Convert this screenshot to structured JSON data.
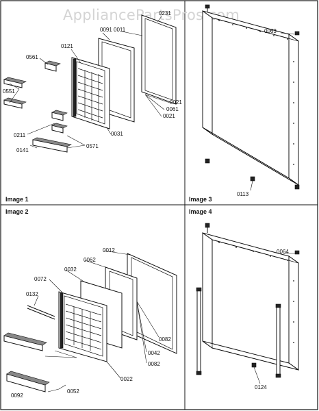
{
  "watermark": "AppliancePartsPros.com",
  "panels": [
    {
      "id": "image1",
      "label": "Image 1"
    },
    {
      "id": "image2",
      "label": "Image 2"
    },
    {
      "id": "image3",
      "label": "Image 3"
    },
    {
      "id": "image4",
      "label": "Image 4"
    }
  ],
  "part_labels": {
    "image1": [
      "0231",
      "0091",
      "0011",
      "0121",
      "0561",
      "0551",
      "0021",
      "0061",
      "0021",
      "0031",
      "0211",
      "0571",
      "0141"
    ],
    "image2": [
      "0012",
      "0062",
      "0032",
      "0072",
      "0132",
      "0082",
      "0042",
      "0082",
      "0022",
      "0092",
      "0052"
    ],
    "image3": [
      "0063",
      "0113"
    ],
    "image4": [
      "0064",
      "0124"
    ]
  }
}
